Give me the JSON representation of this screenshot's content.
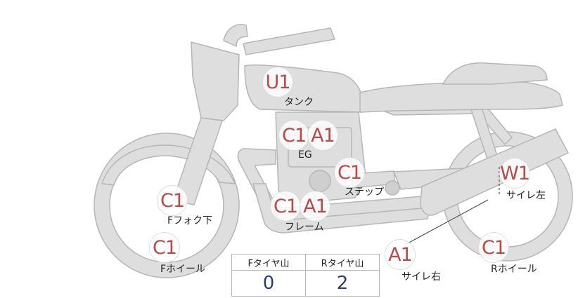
{
  "colors": {
    "bike_fill": "#dedede",
    "bike_stroke": "#b6b6b6",
    "badge_text": "#b84a47",
    "table_value": "#2c3f73"
  },
  "markers": [
    {
      "id": "tank",
      "code": "U1",
      "label": "タンク"
    },
    {
      "id": "eg-c",
      "code": "C1",
      "label": ""
    },
    {
      "id": "eg-a",
      "code": "A1",
      "label": "EG"
    },
    {
      "id": "step",
      "code": "C1",
      "label": "ステップ"
    },
    {
      "id": "frame-c",
      "code": "C1",
      "label": ""
    },
    {
      "id": "frame-a",
      "code": "A1",
      "label": "フレーム"
    },
    {
      "id": "ffork",
      "code": "C1",
      "label": "Fフォク下"
    },
    {
      "id": "fwheel",
      "code": "C1",
      "label": "Fホイール"
    },
    {
      "id": "muffler-l",
      "code": "W1",
      "label": "サイレ左"
    },
    {
      "id": "muffler-r",
      "code": "A1",
      "label": "サイレ右"
    },
    {
      "id": "rwheel",
      "code": "C1",
      "label": "Rホイール"
    }
  ],
  "tire_table": {
    "headers": [
      "Fタイヤ山",
      "Rタイヤ山"
    ],
    "values": [
      "0",
      "2"
    ]
  }
}
